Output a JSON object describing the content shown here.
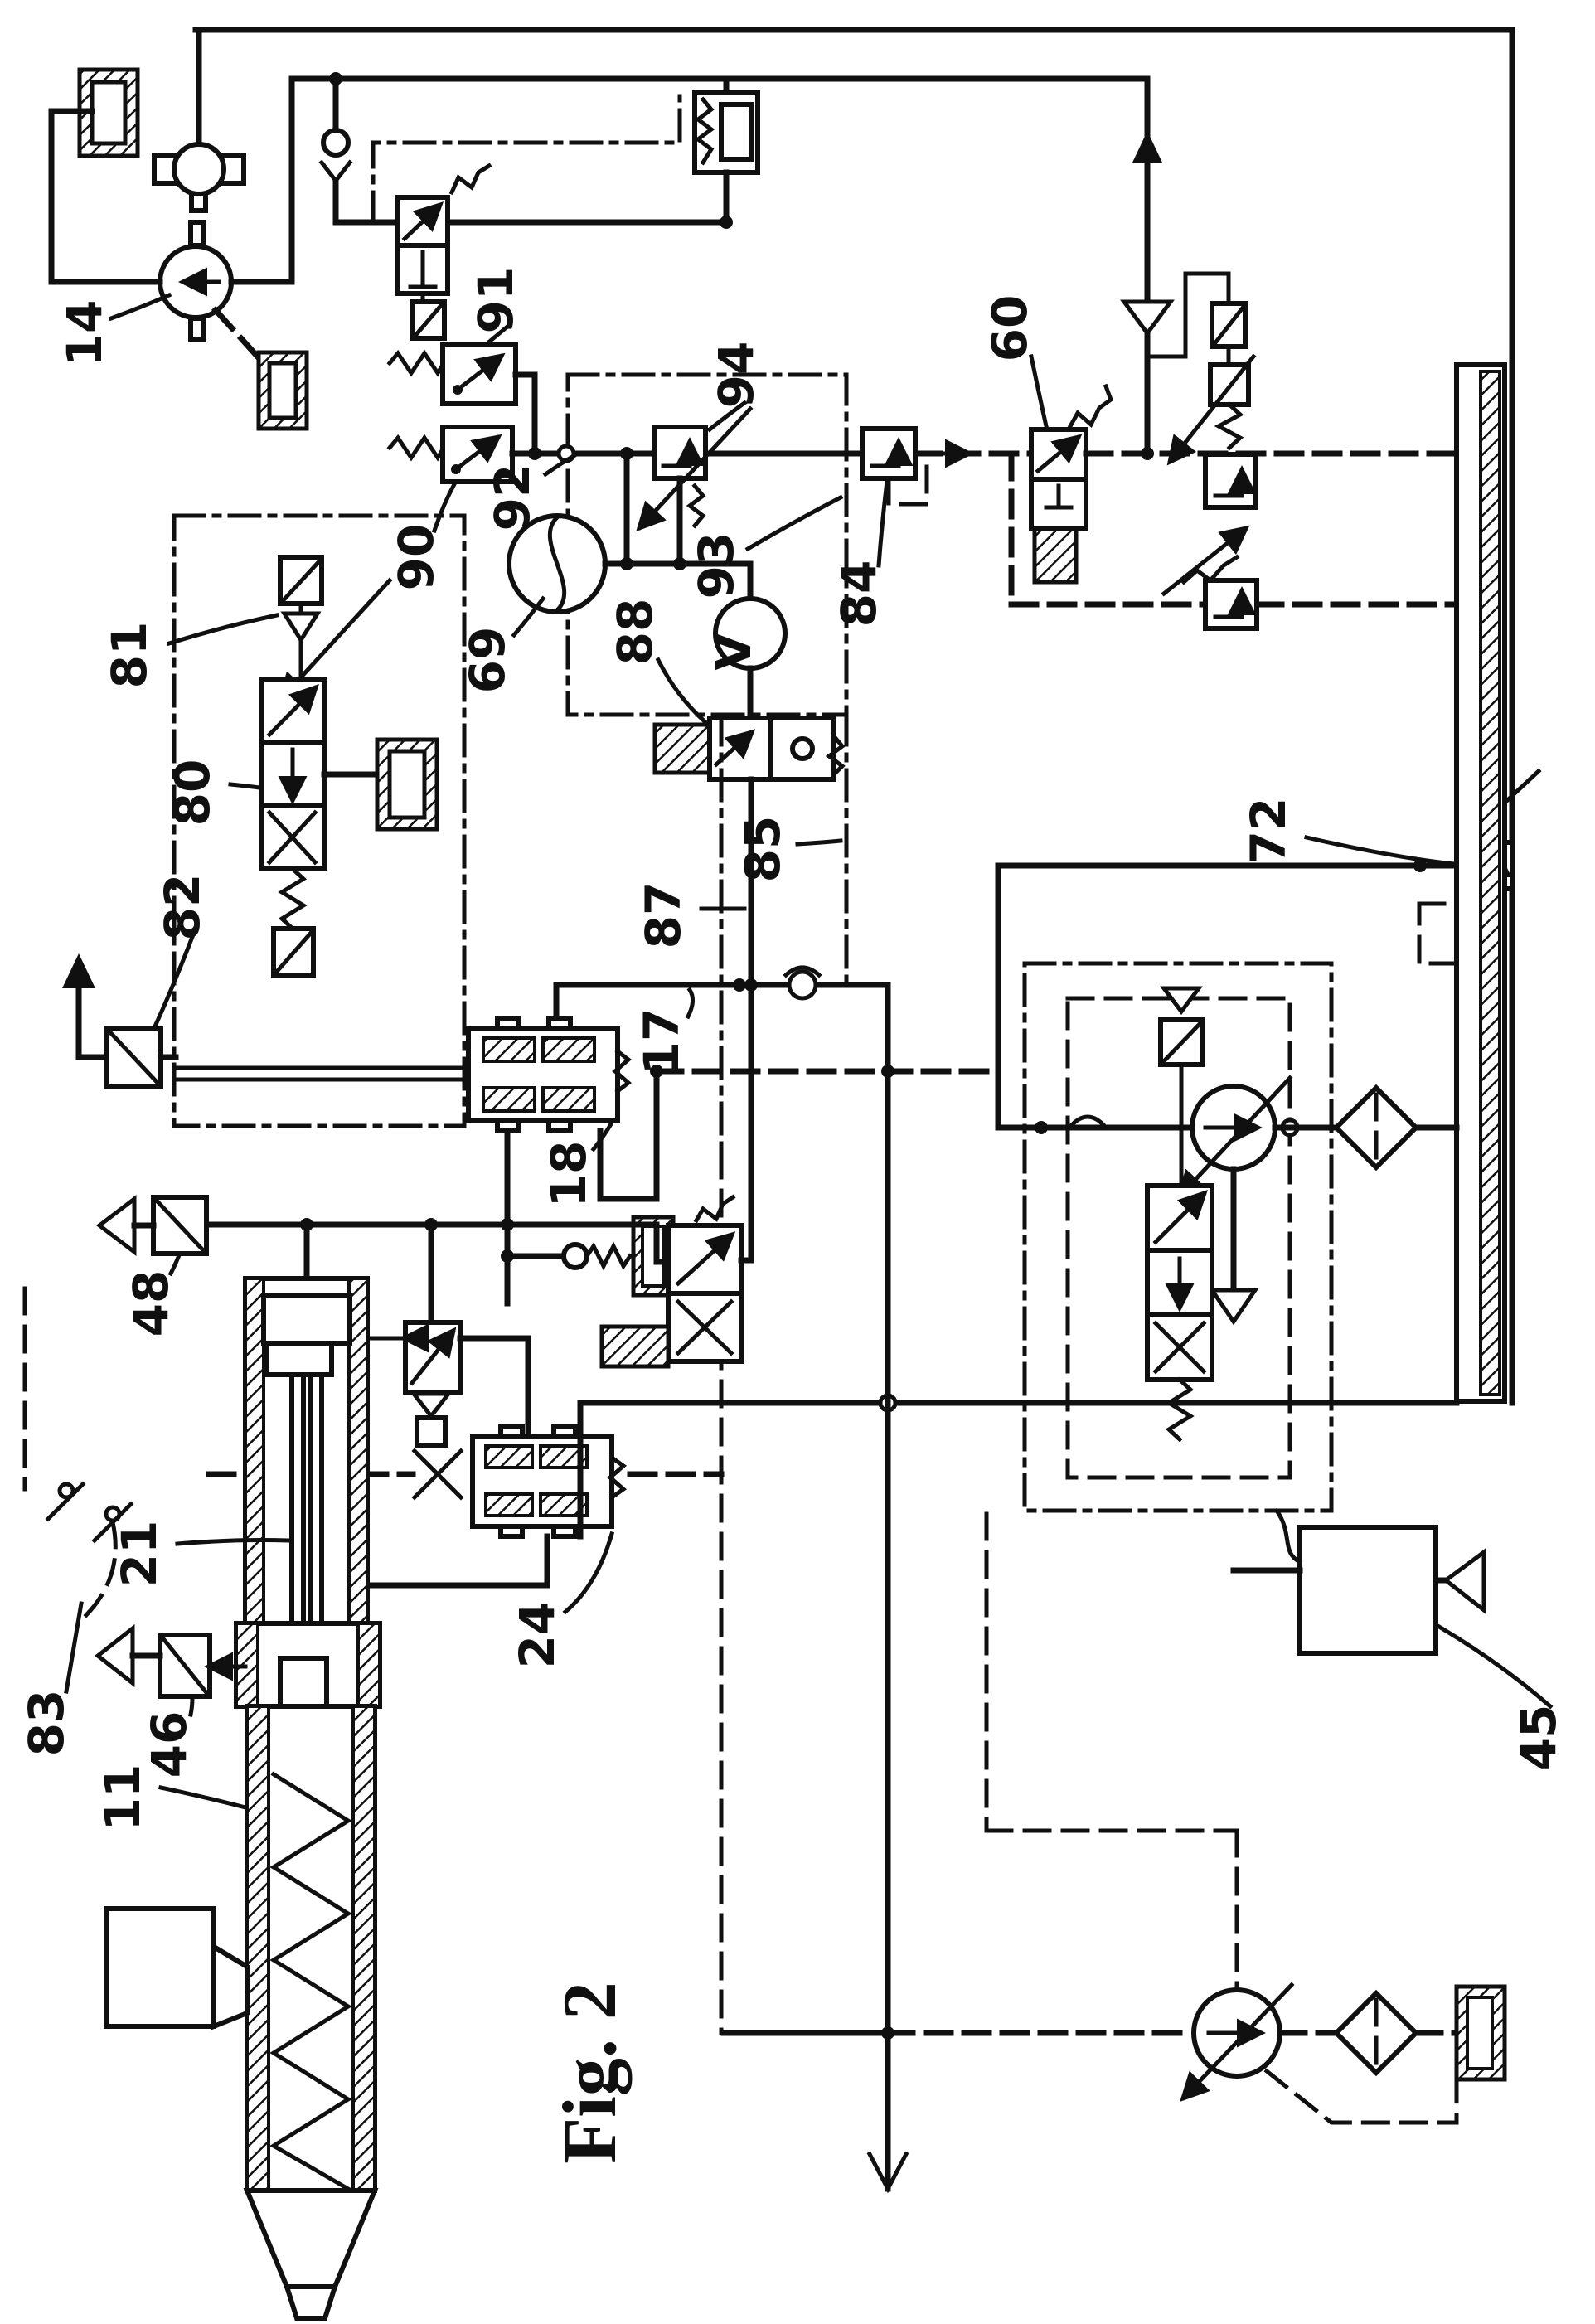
{
  "figure": {
    "caption": "Fig. 2"
  },
  "labels": {
    "l14": "14",
    "l91": "91",
    "l90": "90",
    "l92": "92",
    "l69": "69",
    "l94": "94",
    "l93": "93",
    "l88": "88",
    "l85": "85",
    "l87": "87",
    "l17": "17",
    "l18": "18",
    "l60": "60",
    "l84": "84",
    "l72": "72",
    "l80": "80",
    "l81": "81",
    "l82": "82",
    "l48": "48",
    "l21": "21",
    "l24": "24",
    "l83": "83",
    "l46": "46",
    "l11": "11",
    "l45": "45"
  },
  "gauge_letter": "V",
  "colors": {
    "ink": "#101010",
    "paper": "#ffffff"
  },
  "symbols": [
    "pump-icon",
    "motor-clamp-icon",
    "tank-icon",
    "filter-icon",
    "check-valve-icon",
    "accumulator-icon",
    "pressure-switch-icon",
    "relief-valve-icon",
    "directional-valve-icon",
    "solenoid-icon",
    "spring-icon",
    "gauge-icon",
    "cylinder-icon",
    "screw-barrel-icon",
    "hopper-icon",
    "limit-switch-icon",
    "drain-arrow-icon"
  ]
}
